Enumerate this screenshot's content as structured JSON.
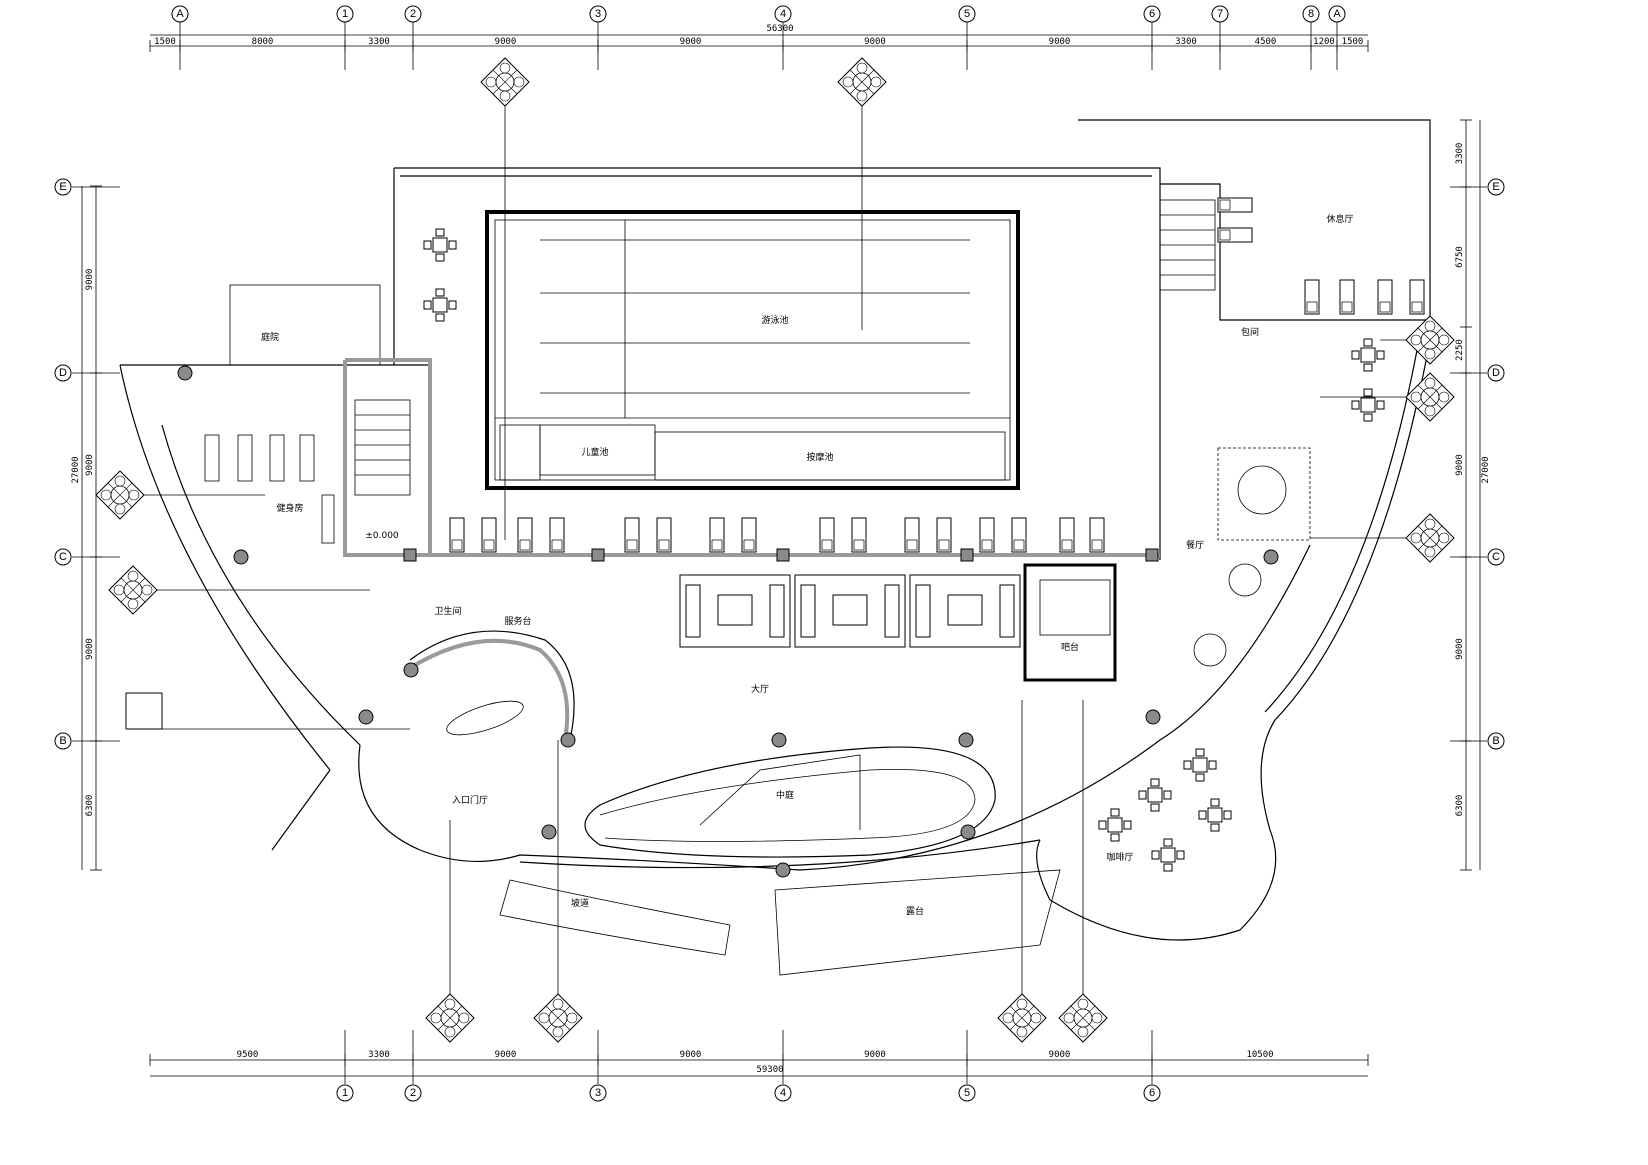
{
  "grid": {
    "top_labels": [
      "A",
      "1",
      "2",
      "3",
      "4",
      "5",
      "6",
      "7",
      "8",
      "A"
    ],
    "bottom_labels": [
      "1",
      "2",
      "3",
      "4",
      "5",
      "6"
    ],
    "side_labels": [
      "E",
      "D",
      "C",
      "B"
    ]
  },
  "dimensions": {
    "top_total": "56300",
    "top_segments": [
      "1500",
      "8000",
      "3300",
      "9000",
      "9000",
      "9000",
      "9000",
      "3300",
      "4500",
      "1200",
      "1500"
    ],
    "bottom_total": "59300",
    "bottom_segments": [
      "9500",
      "3300",
      "9000",
      "9000",
      "9000",
      "9000",
      "10500"
    ],
    "left_total": "27000",
    "left_segments": [
      "9000",
      "9000",
      "9000",
      "6300"
    ],
    "right_total": "27000",
    "right_segments": [
      "3300",
      "6750",
      "2250",
      "9000",
      "9000",
      "6300"
    ]
  },
  "elevation": "±0.000",
  "rooms": [
    {
      "id": "pool",
      "label": "游泳池"
    },
    {
      "id": "kids-pool",
      "label": "儿童池"
    },
    {
      "id": "massage-pool",
      "label": "按摩池"
    },
    {
      "id": "gym",
      "label": "健身房"
    },
    {
      "id": "entrance-hall",
      "label": "入口门厅"
    },
    {
      "id": "lobby",
      "label": "大厅"
    },
    {
      "id": "atrium",
      "label": "中庭"
    },
    {
      "id": "dining",
      "label": "餐厅"
    },
    {
      "id": "private-room",
      "label": "包间"
    },
    {
      "id": "cafe",
      "label": "咖啡厅"
    },
    {
      "id": "lounge",
      "label": "休息厅"
    },
    {
      "id": "terrace",
      "label": "露台"
    },
    {
      "id": "bar",
      "label": "吧台"
    },
    {
      "id": "reception",
      "label": "服务台"
    },
    {
      "id": "toilets",
      "label": "卫生间"
    },
    {
      "id": "ramp",
      "label": "坡道"
    },
    {
      "id": "courtyard",
      "label": "庭院"
    }
  ]
}
